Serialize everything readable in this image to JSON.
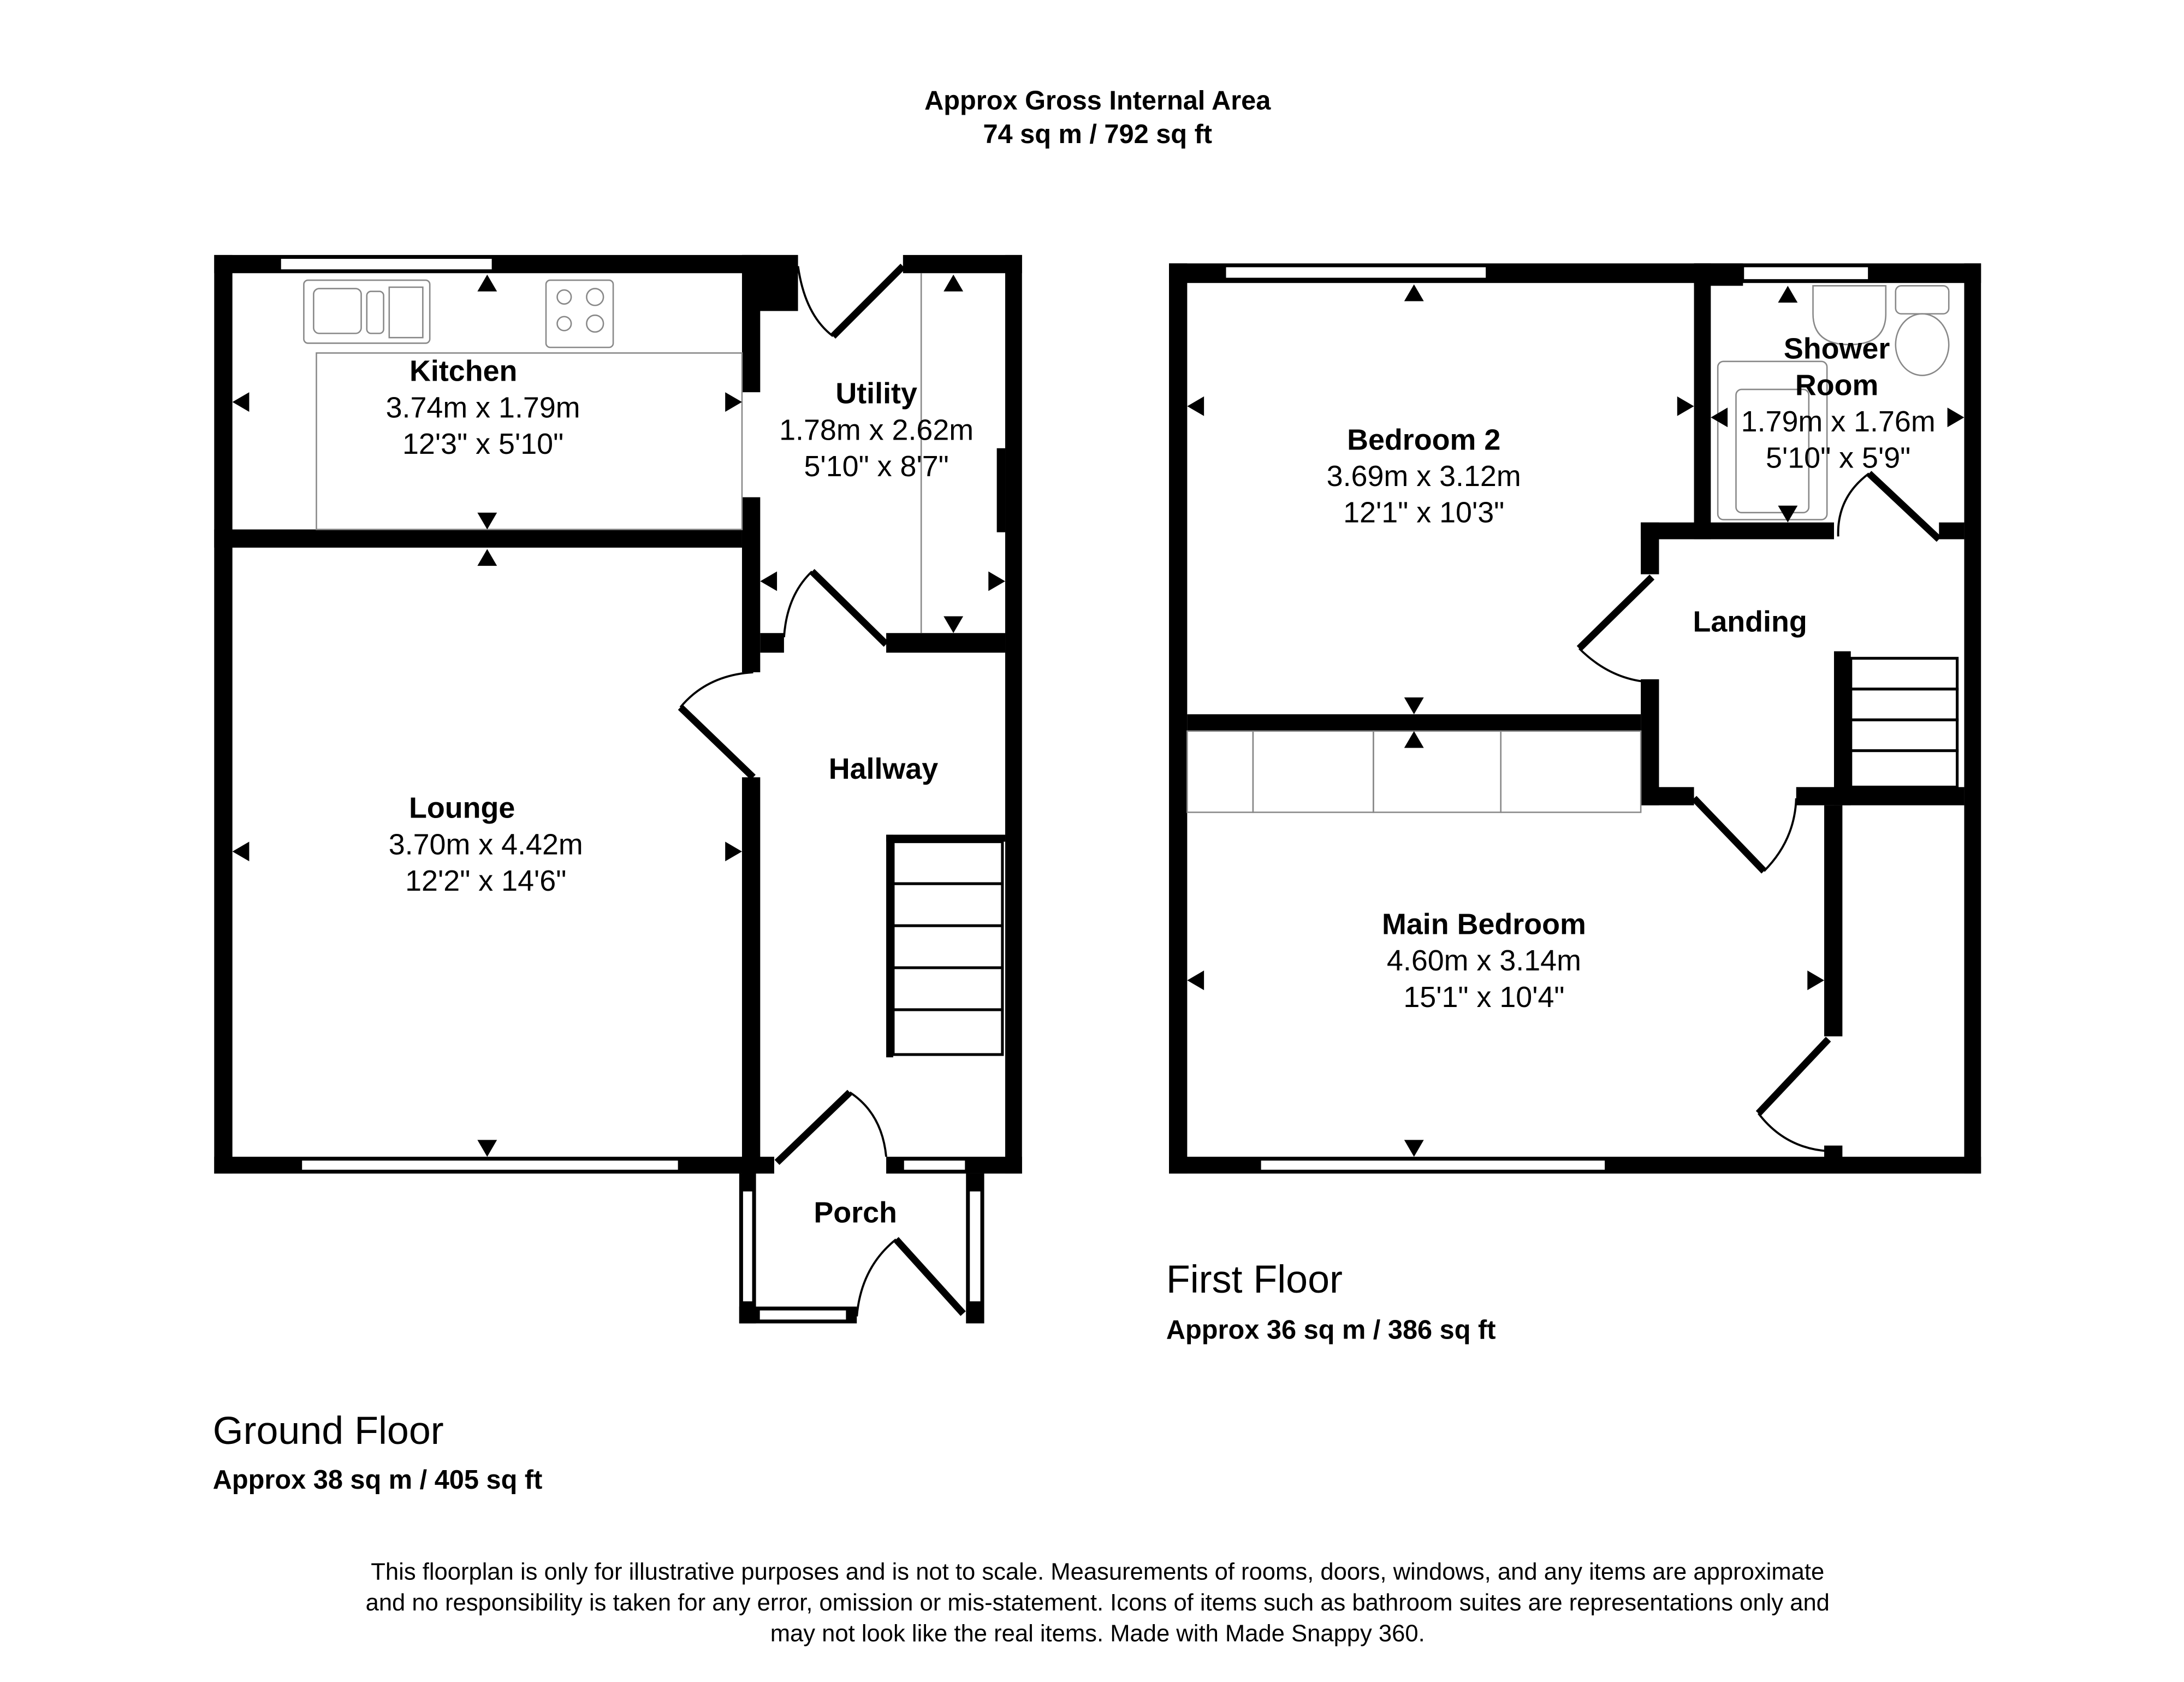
{
  "header": {
    "title": "Approx Gross Internal Area",
    "area": "74 sq m / 792 sq ft"
  },
  "ground_floor": {
    "name": "Ground Floor",
    "area": "Approx 38 sq m / 405 sq ft",
    "rooms": [
      {
        "name": "Kitchen",
        "metric": "3.74m x 1.79m",
        "imperial": "12'3\" x 5'10\""
      },
      {
        "name": "Utility",
        "metric": "1.78m x 2.62m",
        "imperial": "5'10\" x 8'7\""
      },
      {
        "name": "Lounge",
        "metric": "3.70m x 4.42m",
        "imperial": "12'2\" x 14'6\""
      },
      {
        "name": "Hallway"
      },
      {
        "name": "Porch"
      }
    ]
  },
  "first_floor": {
    "name": "First Floor",
    "area": "Approx 36 sq m / 386 sq ft",
    "rooms": [
      {
        "name": "Bedroom 2",
        "metric": "3.69m x 3.12m",
        "imperial": "12'1\" x 10'3\""
      },
      {
        "name_line1": "Shower",
        "name_line2": "Room",
        "metric": "1.79m x 1.76m",
        "imperial": "5'10\" x 5'9\""
      },
      {
        "name": "Landing"
      },
      {
        "name": "Main Bedroom",
        "metric": "4.60m x 3.14m",
        "imperial": "15'1\" x 10'4\""
      }
    ]
  },
  "disclaimer": [
    "This floorplan is only for illustrative purposes and is not to scale. Measurements of rooms, doors, windows, and any items are approximate",
    "and no responsibility is taken for any error, omission or mis-statement. Icons of items such as bathroom suites are representations only and",
    "may not look like the real items. Made with Made Snappy 360."
  ]
}
